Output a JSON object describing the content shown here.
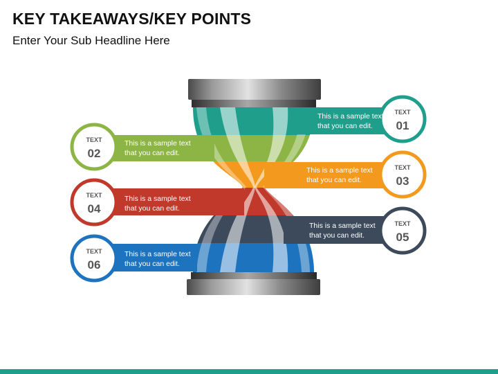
{
  "title": "KEY TAKEAWAYS/KEY POINTS",
  "subtitle": "Enter Your Sub Headline Here",
  "colors": {
    "teal": "#1f9e8c",
    "green": "#8db545",
    "orange": "#f39a1e",
    "red": "#c0392b",
    "slate": "#3d4a5c",
    "blue": "#1e73be"
  },
  "items": [
    {
      "id": "01",
      "label": "TEXT",
      "number": "01",
      "line1": "This is a sample text",
      "line2": "that you can edit.",
      "color": "teal"
    },
    {
      "id": "02",
      "label": "TEXT",
      "number": "02",
      "line1": "This is a sample text",
      "line2": "that you can edit.",
      "color": "green"
    },
    {
      "id": "03",
      "label": "TEXT",
      "number": "03",
      "line1": "This is a sample text",
      "line2": "that you can edit.",
      "color": "orange"
    },
    {
      "id": "04",
      "label": "TEXT",
      "number": "04",
      "line1": "This is a sample text",
      "line2": "that you can edit.",
      "color": "red"
    },
    {
      "id": "05",
      "label": "TEXT",
      "number": "05",
      "line1": "This is a sample text",
      "line2": "that you can edit.",
      "color": "slate"
    },
    {
      "id": "06",
      "label": "TEXT",
      "number": "06",
      "line1": "This is a sample text",
      "line2": "that you can edit.",
      "color": "blue"
    }
  ]
}
